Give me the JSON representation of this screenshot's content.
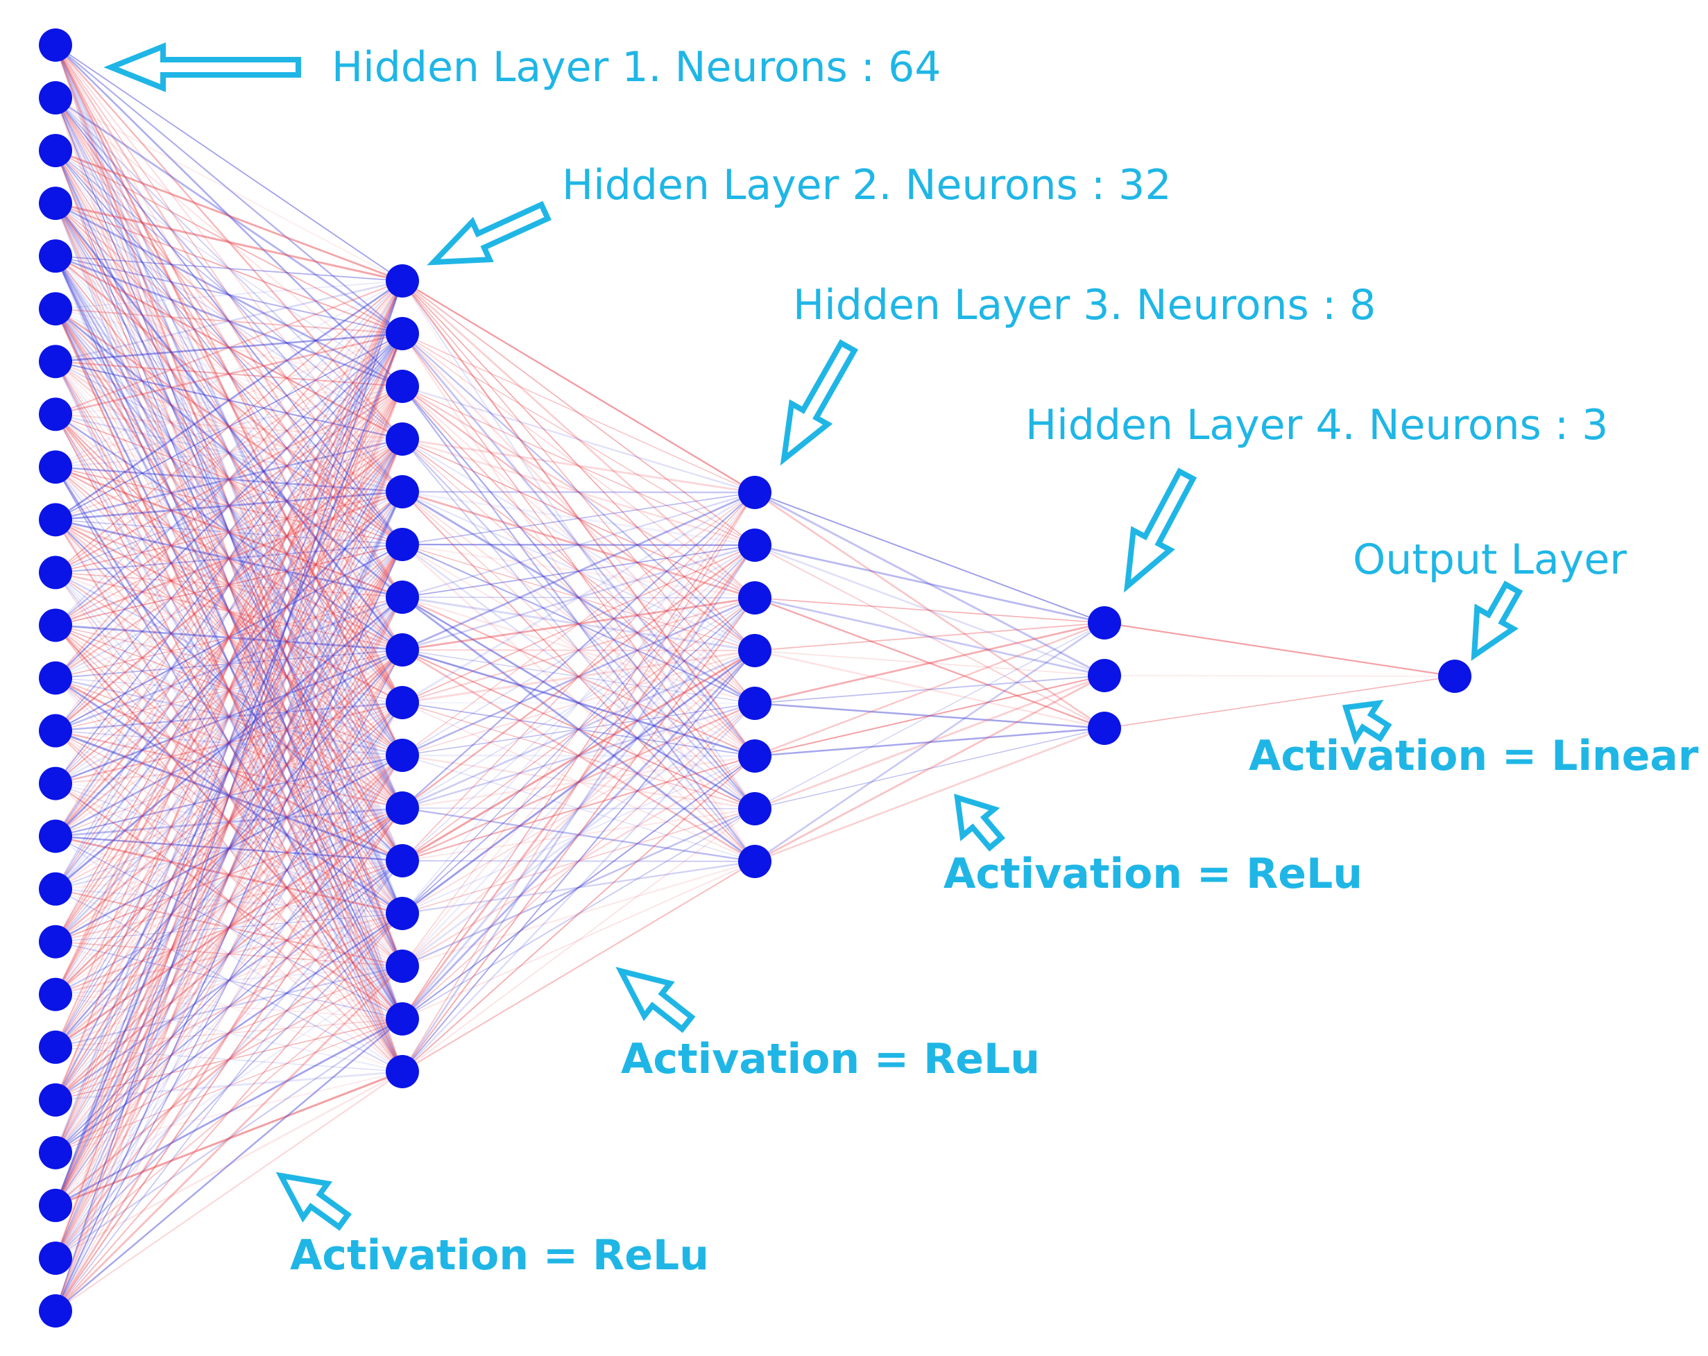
{
  "diagram": {
    "type": "neural-network",
    "layers": [
      {
        "label": "Hidden Layer 1. Neurons : 64",
        "neurons_drawn": 25
      },
      {
        "label": "Hidden Layer 2. Neurons : 32",
        "neurons_drawn": 16
      },
      {
        "label": "Hidden Layer 3. Neurons : 8",
        "neurons_drawn": 8
      },
      {
        "label": "Hidden Layer 4. Neurons : 3",
        "neurons_drawn": 3
      },
      {
        "label": "Output Layer",
        "neurons_drawn": 1
      }
    ],
    "activations": [
      {
        "label": "Activation = ReLu"
      },
      {
        "label": "Activation = ReLu"
      },
      {
        "label": "Activation = ReLu"
      },
      {
        "label": "Activation = Linear"
      }
    ]
  },
  "colors": {
    "label": "#1fb6e6",
    "neuron": "#0a14e6",
    "edge_positive": "#e8424a",
    "edge_negative": "#3a3ad6",
    "background": "#ffffff"
  }
}
